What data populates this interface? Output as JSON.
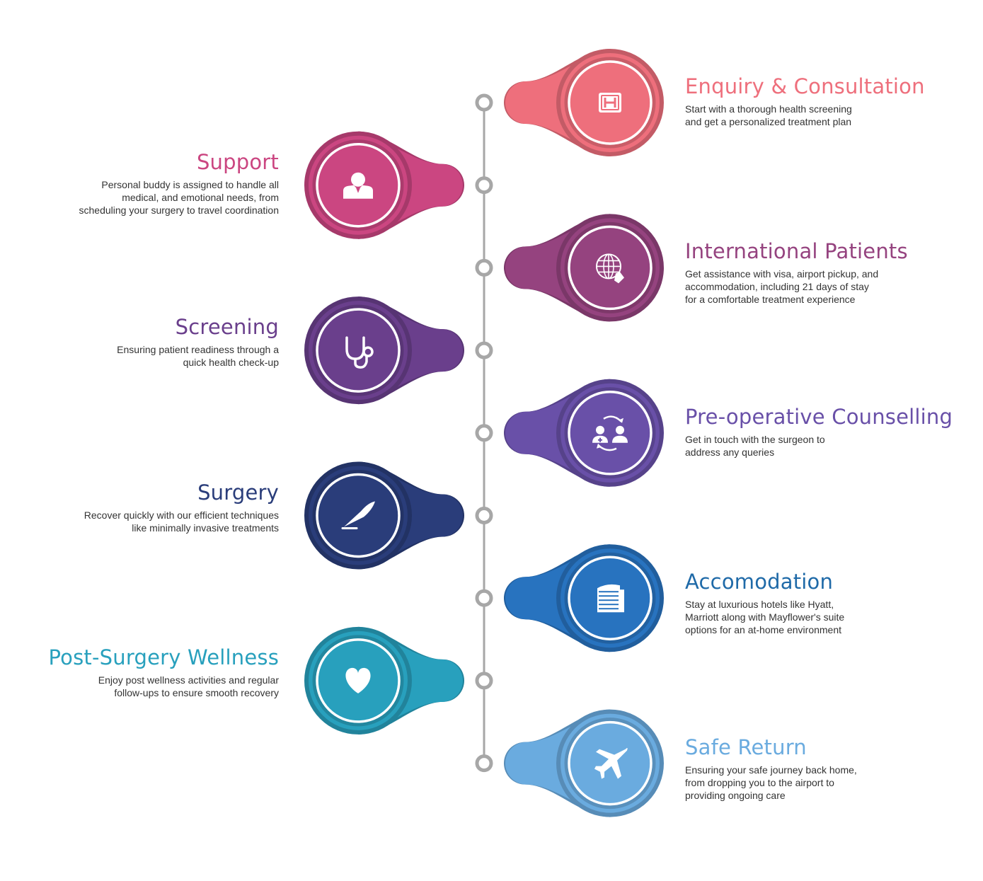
{
  "steps": [
    {
      "id": "enquiry",
      "side": "right",
      "color": "#EE6F7C",
      "icon": "hospital-h-icon",
      "title": "Enquiry & Consultation",
      "lines": [
        "Start with a thorough health screening",
        "and get a personalized  treatment plan"
      ]
    },
    {
      "id": "support",
      "side": "left",
      "color": "#CB4681",
      "icon": "support-person-icon",
      "title": "Support",
      "lines": [
        "Personal buddy is assigned to handle all",
        "medical, and emotional needs, from",
        "scheduling your surgery to travel coordination"
      ]
    },
    {
      "id": "international",
      "side": "right",
      "color": "#95437F",
      "icon": "globe-phone-icon",
      "title": "International Patients",
      "lines": [
        "Get assistance with visa, airport pickup, and",
        "accommodation, including 21 days of stay",
        "for a comfortable treatment experience"
      ]
    },
    {
      "id": "screening",
      "side": "left",
      "color": "#6A3F8C",
      "icon": "stethoscope-icon",
      "title": "Screening",
      "lines": [
        "Ensuring patient readiness through a",
        "quick health check-up"
      ]
    },
    {
      "id": "preop",
      "side": "right",
      "color": "#6950A8",
      "icon": "doctor-patient-exchange-icon",
      "title": "Pre-operative Counselling",
      "lines": [
        "Get in  touch with the  surgeon to",
        "address  any queries"
      ]
    },
    {
      "id": "surgery",
      "side": "left",
      "color": "#2A3D7A",
      "icon": "scalpel-icon",
      "title": "Surgery",
      "lines": [
        "Recover  quickly with our  efficient techniques",
        "like minimally  invasive treatments"
      ]
    },
    {
      "id": "accomodation",
      "side": "right",
      "color": "#2873BF",
      "icon": "hotel-building-icon",
      "title": "Accomodation",
      "lines": [
        "Stay at luxurious  hotels like Hyatt,",
        "Marriott along with  Mayflower's suite",
        "options for an  at-home environment"
      ]
    },
    {
      "id": "wellness",
      "side": "left",
      "color": "#28A0BD",
      "icon": "heart-icon",
      "title": "Post-Surgery Wellness",
      "lines": [
        "Enjoy post wellness activities and regular",
        "follow-ups to ensure  smooth recovery"
      ]
    },
    {
      "id": "return",
      "side": "right",
      "color": "#6AABDF",
      "icon": "airplane-icon",
      "title": "Safe Return",
      "lines": [
        "Ensuring your safe journey back home,",
        "from dropping you to the airport to",
        "providing ongoing care"
      ]
    }
  ],
  "title_colors": {
    "enquiry": "#EE6F7C",
    "support": "#CB4681",
    "international": "#95437F",
    "screening": "#6A3F8C",
    "preop": "#6950A8",
    "surgery": "#2A3D7A",
    "accomodation": "#1F6AA8",
    "wellness": "#28A0BD",
    "return": "#6AABDF"
  },
  "timeline": {
    "line_color": "#A7A7A7"
  }
}
